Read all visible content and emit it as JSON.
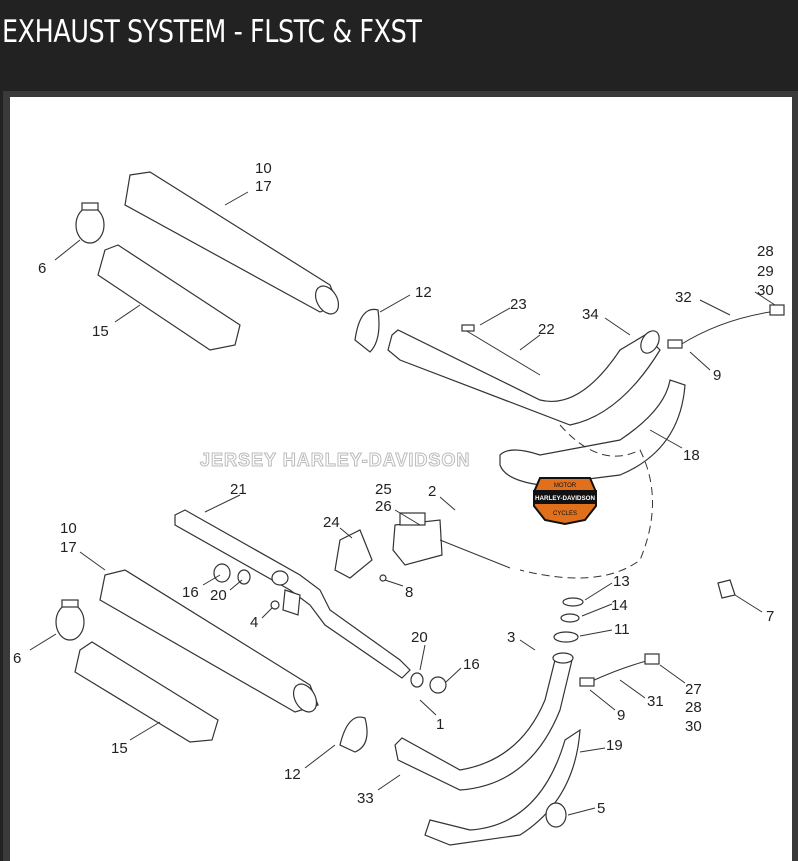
{
  "title": "EXHAUST SYSTEM - FLSTC & FXST",
  "watermark": "JERSEY HARLEY-DAVIDSON",
  "logo": {
    "top": "MOTOR",
    "middle": "HARLEY-DAVIDSON",
    "bottom": "CYCLES",
    "colors": {
      "orange": "#e0701c",
      "black": "#111111"
    }
  },
  "callouts": {
    "c10a": "10",
    "c17a": "17",
    "c6a": "6",
    "c15a": "15",
    "c12a": "12",
    "c23": "23",
    "c22": "22",
    "c34": "34",
    "c32": "32",
    "c28a": "28",
    "c29": "29",
    "c30a": "30",
    "c9a": "9",
    "c18": "18",
    "c21": "21",
    "c25": "25",
    "c26": "26",
    "c2": "2",
    "c24": "24",
    "c10b": "10",
    "c17b": "17",
    "c16a": "16",
    "c20a": "20",
    "c8": "8",
    "c4": "4",
    "c13": "13",
    "c14": "14",
    "c11": "11",
    "c7": "7",
    "c3": "3",
    "c20b": "20",
    "c16b": "16",
    "c6b": "6",
    "c27": "27",
    "c28b": "28",
    "c30b": "30",
    "c31": "31",
    "c1": "1",
    "c9b": "9",
    "c15b": "15",
    "c19": "19",
    "c12b": "12",
    "c33": "33",
    "c5": "5"
  }
}
